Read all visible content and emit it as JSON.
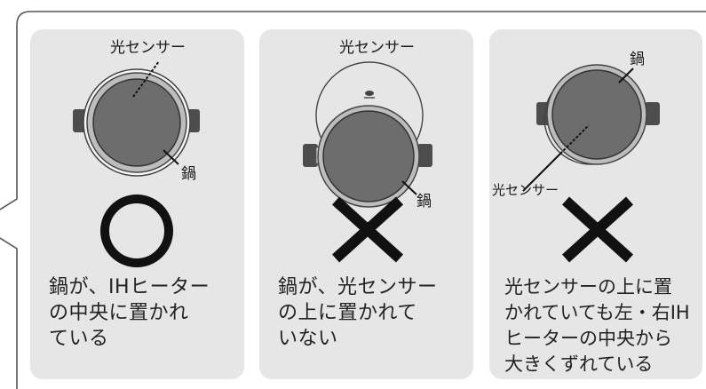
{
  "panels": [
    {
      "sensor_label": "光センサー",
      "pot_label": "鍋",
      "verdict": "ok",
      "caption": [
        "鍋が、IHヒーター",
        "の中央に置かれ",
        "ている"
      ]
    },
    {
      "sensor_label": "光センサー",
      "pot_label": "鍋",
      "verdict": "ng",
      "caption": [
        "鍋が、光センサー",
        "の上に置かれて",
        "いない"
      ]
    },
    {
      "sensor_label": "光センサー",
      "pot_label": "鍋",
      "verdict": "ng",
      "caption": [
        "光センサーの上に置",
        "かれていても左・右IH",
        "ヒーターの中央から",
        "大きくずれている"
      ]
    }
  ],
  "colors": {
    "panel_bg": "#e6e6e6",
    "pot_fill": "#6d6d6d",
    "ring": "#4a4a4a",
    "handle": "#4d4d4d",
    "mark": "#111111"
  }
}
